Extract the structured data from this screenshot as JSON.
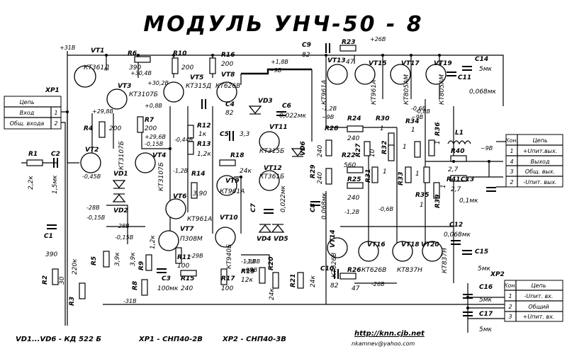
{
  "title": "МОДУЛЬ УНЧ-50 - 8",
  "connectors": {
    "xp1": {
      "name": "XP1",
      "header": "Цепь",
      "rows": [
        {
          "label": "Вход",
          "pin": "1"
        },
        {
          "label": "Общ. входа",
          "pin": "2"
        }
      ]
    },
    "out": {
      "col_pin": "Кон.",
      "header": "Цепь",
      "rows": [
        {
          "pin": "1",
          "label": "+Uпит.вых."
        },
        {
          "pin": "4",
          "label": "Выход"
        },
        {
          "pin": "3",
          "label": "Общ. вых."
        },
        {
          "pin": "2",
          "label": "-Uпит. вых."
        }
      ]
    },
    "xp2": {
      "name": "XP2",
      "col_pin": "Кон.",
      "header": "Цепь",
      "rows": [
        {
          "pin": "1",
          "label": "-Uпит. вх."
        },
        {
          "pin": "2",
          "label": "Общий"
        },
        {
          "pin": "3",
          "label": "+Uпит. вх."
        }
      ]
    }
  },
  "transistors": [
    {
      "ref": "VT1",
      "type": "КТ361Д"
    },
    {
      "ref": "VT2",
      "type": "КТ3107Б"
    },
    {
      "ref": "VT3",
      "type": "КТ3107Б"
    },
    {
      "ref": "VT4",
      "type": "КТ3107Б"
    },
    {
      "ref": "VT5",
      "type": "КТ315Д"
    },
    {
      "ref": "VT6",
      "type": "КТ961А"
    },
    {
      "ref": "VT7",
      "type": "П308М"
    },
    {
      "ref": "VT8",
      "type": "КТ626В"
    },
    {
      "ref": "VT9",
      "type": "КТ961А"
    },
    {
      "ref": "VT10",
      "type": "КТ940Б"
    },
    {
      "ref": "VT11",
      "type": "КТ315Б"
    },
    {
      "ref": "VT12",
      "type": "КТ361Б"
    },
    {
      "ref": "VT13",
      "type": "КТ961А"
    },
    {
      "ref": "VT14",
      "type": "КТ626В"
    },
    {
      "ref": "VT15",
      "type": "КТ961А"
    },
    {
      "ref": "VT16",
      "type": "КТ626В"
    },
    {
      "ref": "VT17",
      "type": "КТ805АМ"
    },
    {
      "ref": "VT18",
      "type": "КТ837Н"
    },
    {
      "ref": "VT19",
      "type": "КТ805АМ"
    },
    {
      "ref": "VT20",
      "type": "КТ837Н"
    }
  ],
  "resistors": [
    {
      "ref": "R1",
      "value": "2,2к"
    },
    {
      "ref": "R2",
      "value": "30"
    },
    {
      "ref": "R3",
      "value": "220к"
    },
    {
      "ref": "R4",
      "value": "200"
    },
    {
      "ref": "R5",
      "value": "3,9к"
    },
    {
      "ref": "R6",
      "value": "390"
    },
    {
      "ref": "R7",
      "value": "200"
    },
    {
      "ref": "R8",
      "value": "3,9к"
    },
    {
      "ref": "R9",
      "value": "1,2к"
    },
    {
      "ref": "R10",
      "value": "200"
    },
    {
      "ref": "R11",
      "value": "100"
    },
    {
      "ref": "R12",
      "value": "1к"
    },
    {
      "ref": "R13",
      "value": "1,2к"
    },
    {
      "ref": "R14",
      "value": "3,90"
    },
    {
      "ref": "R15",
      "value": "240"
    },
    {
      "ref": "R16",
      "value": "200"
    },
    {
      "ref": "R17",
      "value": "100"
    },
    {
      "ref": "R18",
      "value": "24к"
    },
    {
      "ref": "R19",
      "value": "12к"
    },
    {
      "ref": "R20",
      "value": "24к"
    },
    {
      "ref": "R21",
      "value": "24к"
    },
    {
      "ref": "R22",
      "value": "560"
    },
    {
      "ref": "R23",
      "value": "47"
    },
    {
      "ref": "R24",
      "value": "240"
    },
    {
      "ref": "R25",
      "value": "240"
    },
    {
      "ref": "R26",
      "value": "47"
    },
    {
      "ref": "R27",
      "value": "10"
    },
    {
      "ref": "R28",
      "value": "240"
    },
    {
      "ref": "R29",
      "value": "240"
    },
    {
      "ref": "R30",
      "value": "1"
    },
    {
      "ref": "R31",
      "value": "1"
    },
    {
      "ref": "R32",
      "value": "1"
    },
    {
      "ref": "R33",
      "value": "1"
    },
    {
      "ref": "R34",
      "value": "1"
    },
    {
      "ref": "R35",
      "value": "1"
    },
    {
      "ref": "R36",
      "value": "1"
    },
    {
      "ref": "R39",
      "value": "1"
    },
    {
      "ref": "R40",
      "value": "2,7"
    },
    {
      "ref": "R41",
      "value": "2,7"
    }
  ],
  "capacitors": [
    {
      "ref": "C1",
      "value": "390"
    },
    {
      "ref": "C2",
      "value": "1,5мк"
    },
    {
      "ref": "C3",
      "value": "100мк"
    },
    {
      "ref": "C4",
      "value": "82"
    },
    {
      "ref": "C5",
      "value": "3,3"
    },
    {
      "ref": "C6",
      "value": "0,022мк"
    },
    {
      "ref": "C7",
      "value": "0,022мк"
    },
    {
      "ref": "C8",
      "value": "0,068мк"
    },
    {
      "ref": "C9",
      "value": "82"
    },
    {
      "ref": "C10",
      "value": "82"
    },
    {
      "ref": "C11",
      "value": "0,068мк"
    },
    {
      "ref": "C12",
      "value": "0,068мк"
    },
    {
      "ref": "C13",
      "value": "0,1мк"
    },
    {
      "ref": "C14",
      "value": "5мк"
    },
    {
      "ref": "C15",
      "value": "5мк"
    },
    {
      "ref": "C16",
      "value": "5мк"
    },
    {
      "ref": "C17",
      "value": "5мк"
    }
  ],
  "diodes": [
    "VD1",
    "VD2",
    "VD3",
    "VD4",
    "VD5",
    "VD6"
  ],
  "inductor": {
    "ref": "L1"
  },
  "voltages": [
    "+31В",
    "+30,4В",
    "+30,2В",
    "+29,8В",
    "+0,8В",
    "+29,6В",
    "-0,15В",
    "-0,44В",
    "-1,2В",
    "-0,45В",
    "-28В",
    "-0,15В",
    "-28В",
    "-0,15В",
    "-29В",
    "-31В",
    "+1,8В",
    "~9В",
    "+26В",
    "-1,2В",
    "~9В",
    "-0,6В",
    "~9В",
    "~9В",
    "-1,8В",
    "~9В",
    "-1,2В",
    "-0,6В",
    "-26В",
    "-0,8В",
    "-1,8В",
    "~98"
  ],
  "footer": {
    "diodes_note": "VD1...VD6 - КД 522 Б",
    "xp1_note": "XP1 - СНП40-2В",
    "xp2_note": "XP2 - СНП40-3В",
    "url": "http://knn.cjb.net",
    "email": "nkamnev@yahoo.com"
  }
}
